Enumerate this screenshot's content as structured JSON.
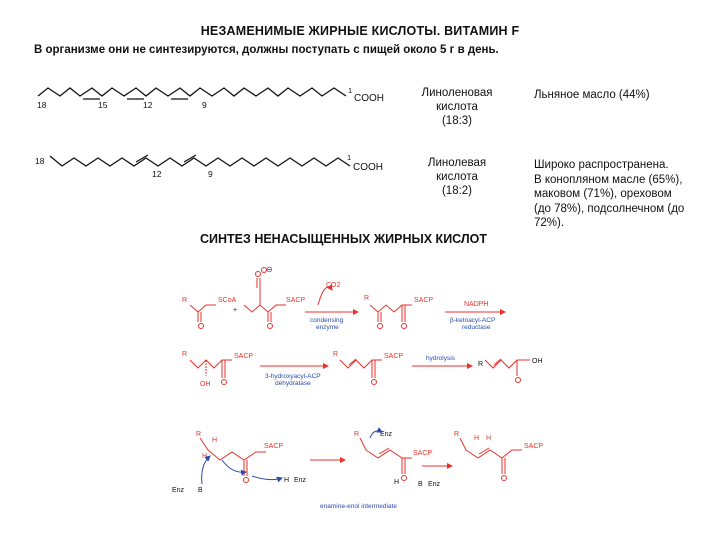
{
  "header": {
    "title": "НЕЗАМЕНИМЫЕ ЖИРНЫЕ КИСЛОТЫ. ВИТАМИН F",
    "subtitle": "В организме они не синтезируются, должны поступать с пищей около 5 г в день."
  },
  "acids": [
    {
      "name_line1": "Линоленовая",
      "name_line2": "кислота",
      "formula": "(18:3)",
      "source": "Льняное масло (44%)",
      "chain_labels": [
        "18",
        "15",
        "12",
        "9",
        "1"
      ],
      "group": "COOH"
    },
    {
      "name_line1": "Линолевая",
      "name_line2": "кислота",
      "formula": "(18:2)",
      "source_lines": [
        "Широко распространена.",
        "В конопляном масле (65%),",
        "маковом (71%), ореховом",
        "(до 78%), подсолнечном (до",
        "72%)."
      ],
      "chain_labels": [
        "18",
        "12",
        "9",
        "1"
      ],
      "group": "COOH"
    }
  ],
  "synthesis": {
    "title": "СИНТЕЗ НЕНАСЫЩЕННЫХ ЖИРНЫХ КИСЛОТ",
    "row1": {
      "r": "R",
      "scoa": "SCoA",
      "sacp": "SACP",
      "plus": "+",
      "minus": "⊖",
      "co2": "CO2",
      "enzyme_line1": "condensing",
      "enzyme_line2": "enzyme",
      "product_r": "R",
      "product_sacp": "SACP",
      "nadph": "NADPH",
      "reductase_line1": "β-ketoacyl-ACP",
      "reductase_line2": "reductase"
    },
    "row2": {
      "r": "R",
      "oh": "OH",
      "sacp": "SACP",
      "dehydratase_line1": "3-hydroxyacyl-ACP",
      "dehydratase_line2": "dehydratase",
      "product_r": "R",
      "product_sacp": "SACP",
      "hydrolysis": "hydrolysis",
      "acid_r": "R",
      "acid_oh": "OH"
    },
    "row3": {
      "r": "R",
      "h1": "H",
      "h2": "H",
      "sacp": "SACP",
      "enz": "Enz",
      "b": "B",
      "h_enz": "H",
      "enz2": "Enz",
      "mid_r": "R",
      "mid_enz": "Enz",
      "mid_sacp": "SACP",
      "mid_h": "H",
      "mid_b": "B",
      "mid_enz2": "Enz",
      "end_r": "R",
      "end_h1": "H",
      "end_h2": "H",
      "end_sacp": "SACP",
      "caption": "enamine-enol intermediate"
    }
  },
  "colors": {
    "red": "#e8322b",
    "blue": "#2a4bb3",
    "black": "#111111"
  }
}
